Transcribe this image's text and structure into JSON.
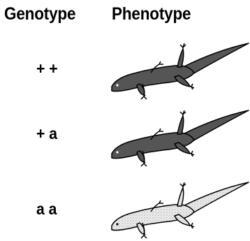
{
  "headers": {
    "genotype": "Genotype",
    "phenotype": "Phenotype"
  },
  "rows": [
    {
      "genotype": "+ +",
      "phenotype_fill": "dark"
    },
    {
      "genotype": "+ a",
      "phenotype_fill": "dark"
    },
    {
      "genotype": "a a",
      "phenotype_fill": "light-speckled"
    }
  ],
  "colors": {
    "dark_fill": "#555555",
    "light_fill": "#e8e8e8",
    "outline": "#000000"
  }
}
